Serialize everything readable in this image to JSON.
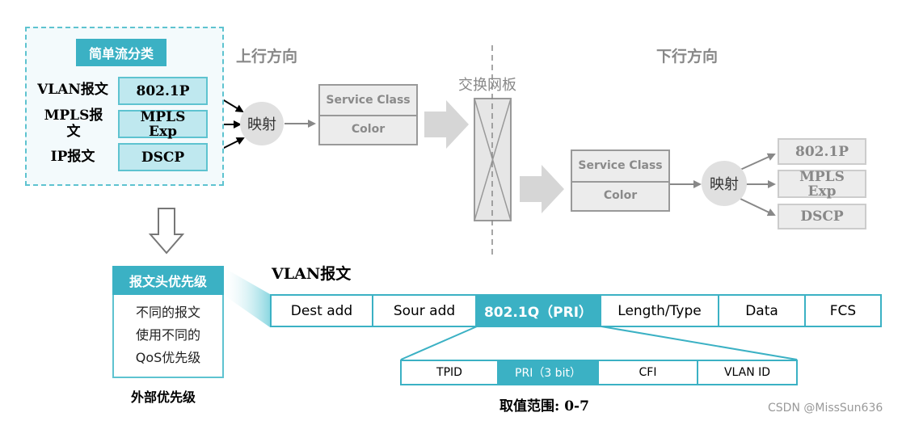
{
  "classification": {
    "title": "简单流分类",
    "rows": [
      {
        "label_line1": "VLAN报文",
        "label_line2": "",
        "field_line1": "802.1P",
        "field_line2": ""
      },
      {
        "label_line1": "MPLS报",
        "label_line2": "文",
        "field_line1": "MPLS",
        "field_line2": "Exp"
      },
      {
        "label_line1": "IP报文",
        "label_line2": "",
        "field_line1": "DSCP",
        "field_line2": ""
      }
    ]
  },
  "upstream": {
    "label": "上行方向",
    "map_label": "映射",
    "service_class": "Service Class",
    "color": "Color"
  },
  "switch_fabric": {
    "label": "交换网板"
  },
  "downstream": {
    "label": "下行方向",
    "map_label": "映射",
    "service_class": "Service Class",
    "color": "Color",
    "outputs": [
      {
        "line1": "802.1P",
        "line2": ""
      },
      {
        "line1": "MPLS",
        "line2": "Exp"
      },
      {
        "line1": "DSCP",
        "line2": ""
      }
    ]
  },
  "header_priority": {
    "title": "报文头优先级",
    "lines": [
      "不同的报文",
      "使用不同的",
      "QoS优先级"
    ],
    "caption": "外部优先级"
  },
  "vlan_frame": {
    "title": "VLAN报文",
    "fields": [
      "Dest add",
      "Sour add",
      "802.1Q（PRI）",
      "Length/Type",
      "Data",
      "FCS"
    ],
    "sub_fields": [
      "TPID",
      "PRI（3 bit）",
      "CFI",
      "VLAN ID"
    ],
    "range_caption": "取值范围: 0-7"
  },
  "watermark": "CSDN @MissSun636",
  "colors": {
    "accent": "#3bb1c4",
    "accent_light": "#bfe8ef",
    "gray": "#ececec"
  }
}
